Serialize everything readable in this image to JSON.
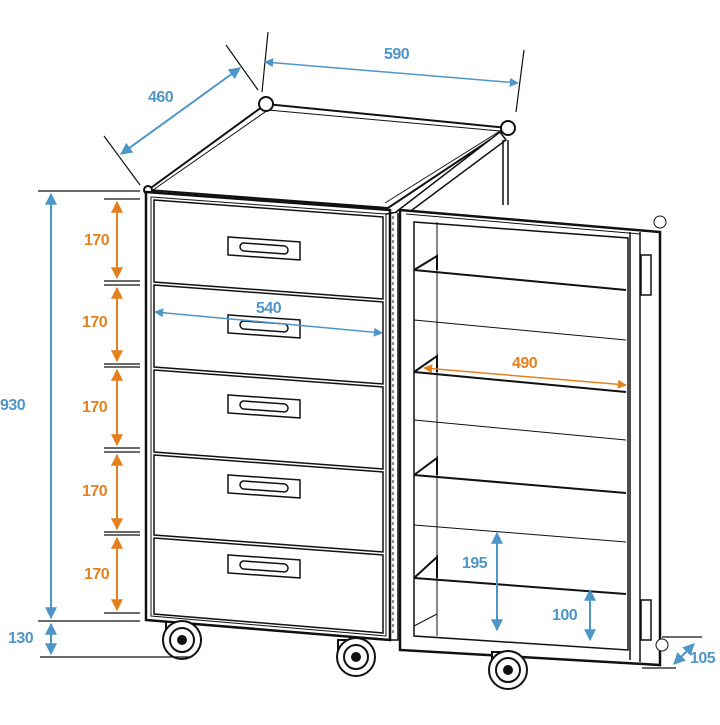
{
  "diagram": {
    "subject": "drawer case with open lid compartment, on castor wheels",
    "colors": {
      "outline": "#111111",
      "overall_dimension": "#4f96c8",
      "inner_dimension": "#e5801e",
      "background": "#ffffff"
    },
    "units": "mm",
    "dimensions": {
      "depth": {
        "label": "460",
        "color": "blue"
      },
      "width": {
        "label": "590",
        "color": "blue"
      },
      "body_height": {
        "label": "930",
        "color": "blue"
      },
      "wheel_height": {
        "label": "130",
        "color": "blue"
      },
      "drawer_inner_width": {
        "label": "540",
        "color": "blue"
      },
      "drawer_heights": [
        {
          "label": "170",
          "color": "orange"
        },
        {
          "label": "170",
          "color": "orange"
        },
        {
          "label": "170",
          "color": "orange"
        },
        {
          "label": "170",
          "color": "orange"
        },
        {
          "label": "170",
          "color": "orange"
        }
      ],
      "lid_shelf_width": {
        "label": "490",
        "color": "orange"
      },
      "lid_bottom_compartment_height": {
        "label": "195",
        "color": "blue"
      },
      "lid_bottom_shelf_height": {
        "label": "100",
        "color": "blue"
      },
      "lid_depth": {
        "label": "105",
        "color": "blue"
      }
    },
    "drawers": {
      "count": 5
    },
    "lid_shelves": {
      "count": 4
    },
    "wheels": {
      "count": 3
    }
  }
}
